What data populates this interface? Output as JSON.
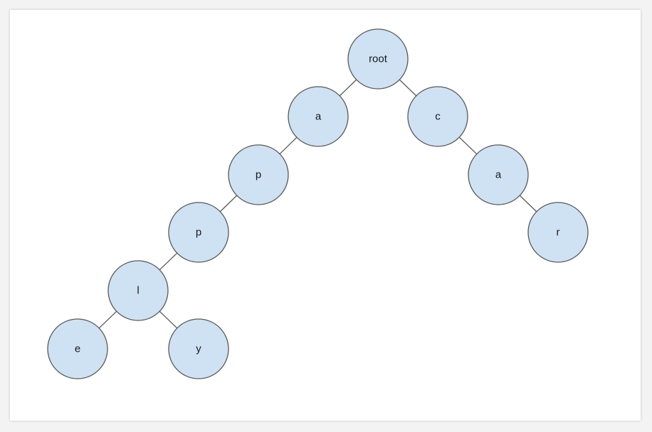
{
  "diagram": {
    "type": "tree",
    "colors": {
      "node_fill": "#cfe2f3",
      "node_stroke": "#595959",
      "edge": "#595959",
      "background": "#ffffff"
    },
    "nodes": [
      {
        "id": "root",
        "label": "root"
      },
      {
        "id": "a1",
        "label": "a"
      },
      {
        "id": "p1",
        "label": "p"
      },
      {
        "id": "p2",
        "label": "p"
      },
      {
        "id": "l",
        "label": "l"
      },
      {
        "id": "e",
        "label": "e"
      },
      {
        "id": "y",
        "label": "y"
      },
      {
        "id": "c",
        "label": "c"
      },
      {
        "id": "a2",
        "label": "a"
      },
      {
        "id": "r",
        "label": "r"
      }
    ],
    "edges": [
      {
        "from": "root",
        "to": "a1"
      },
      {
        "from": "a1",
        "to": "p1"
      },
      {
        "from": "p1",
        "to": "p2"
      },
      {
        "from": "p2",
        "to": "l"
      },
      {
        "from": "l",
        "to": "e"
      },
      {
        "from": "l",
        "to": "y"
      },
      {
        "from": "root",
        "to": "c"
      },
      {
        "from": "c",
        "to": "a2"
      },
      {
        "from": "a2",
        "to": "r"
      }
    ]
  }
}
